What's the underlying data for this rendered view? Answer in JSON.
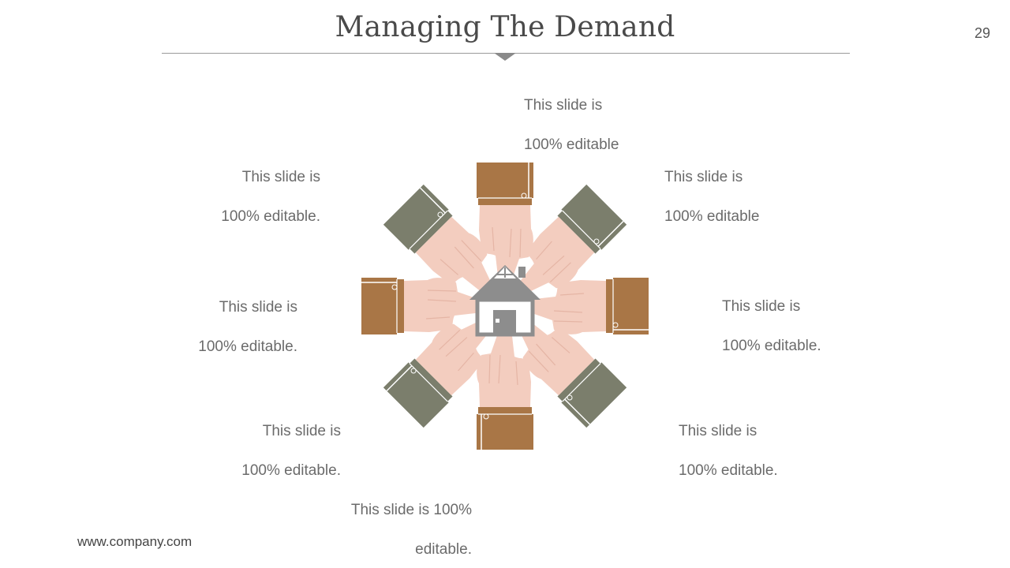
{
  "slide": {
    "title": "Managing The Demand",
    "page_number": "29",
    "footer": "www.company.com"
  },
  "colors": {
    "sleeve_brown": "#a97646",
    "sleeve_olive": "#7b7e6c",
    "skin": "#f3cdbf",
    "nail": "#dddddd",
    "house": "#8d8d8d",
    "text": "#6b6b6b"
  },
  "center_icon": "house-icon",
  "captions": [
    {
      "id": "top",
      "lines": [
        "This slide is",
        "100% editable"
      ]
    },
    {
      "id": "top-right",
      "lines": [
        "This slide is",
        "100% editable"
      ]
    },
    {
      "id": "right",
      "lines": [
        "This slide is",
        "100% editable."
      ]
    },
    {
      "id": "bottom-right",
      "lines": [
        "This slide is",
        "100% editable."
      ]
    },
    {
      "id": "bottom",
      "lines": [
        "This slide is 100%",
        "editable."
      ]
    },
    {
      "id": "bottom-left",
      "lines": [
        "This slide is",
        "100% editable."
      ]
    },
    {
      "id": "left",
      "lines": [
        "This slide is",
        "100% editable."
      ]
    },
    {
      "id": "top-left",
      "lines": [
        "This slide is",
        "100% editable."
      ]
    }
  ]
}
